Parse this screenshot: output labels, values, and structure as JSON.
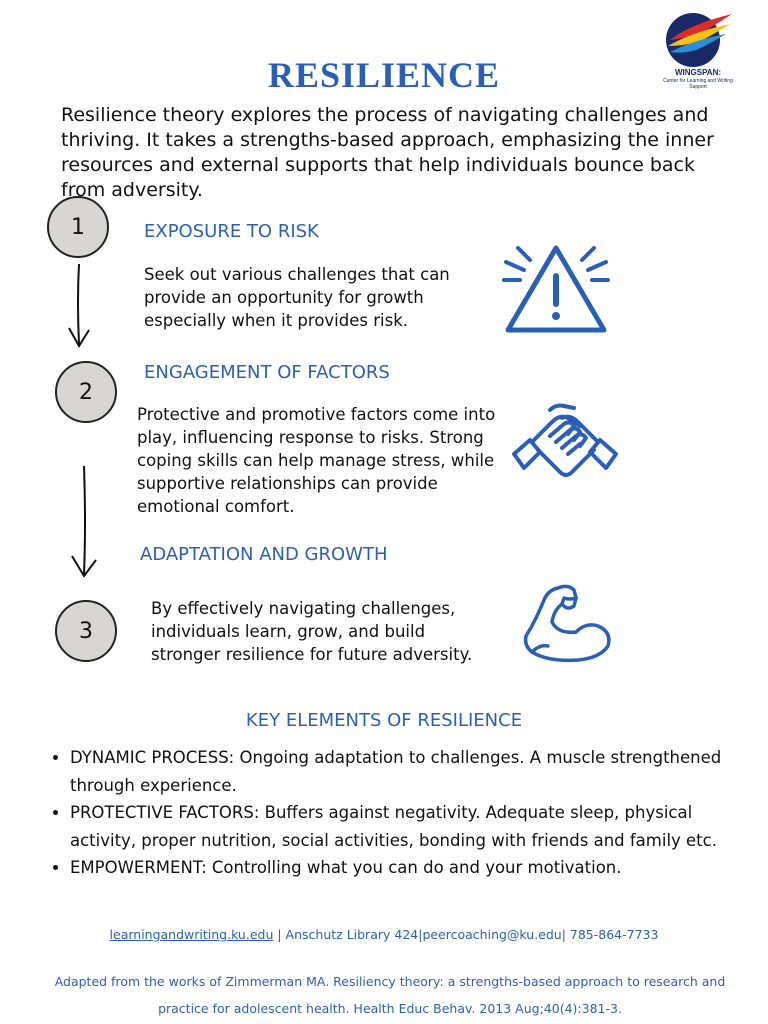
{
  "title": "RESILIENCE",
  "logo": {
    "name": "WINGSPAN:",
    "subtitle": "Center for Learning and Writing Support"
  },
  "intro": "Resilience theory explores the process of navigating challenges and thriving. It takes a strengths-based approach, emphasizing the inner resources and external supports that help individuals bounce back from adversity.",
  "steps": [
    {
      "number": "1",
      "heading": "EXPOSURE TO RISK",
      "text": "Seek out various challenges that can provide an opportunity for growth especially when it provides risk.",
      "icon": "warning-icon"
    },
    {
      "number": "2",
      "heading": "ENGAGEMENT OF FACTORS",
      "text": "Protective and promotive factors come into play, influencing  response to risks. Strong coping skills can help manage stress, while supportive relationships can provide emotional comfort.",
      "icon": "handshake-icon"
    },
    {
      "number": "3",
      "heading": "ADAPTATION AND GROWTH",
      "text": "By effectively navigating challenges, individuals learn, grow, and build stronger resilience for future adversity.",
      "icon": "flexed-bicep-icon"
    }
  ],
  "key_elements": {
    "heading": "KEY ELEMENTS OF RESILIENCE",
    "items": [
      "DYNAMIC PROCESS: Ongoing adaptation to challenges. A muscle strengthened through experience.",
      "PROTECTIVE FACTORS: Buffers against negativity. Adequate sleep, physical activity, proper nutrition, social activities, bonding with friends and family etc.",
      "EMPOWERMENT: Controlling what you can do and your motivation."
    ]
  },
  "footer": {
    "link": "learningandwriting.ku.edu",
    "contact": " | Anschutz Library 424|peercoaching@ku.edu| 785-864-7733",
    "citation": "Adapted from the works of   Zimmerman MA. Resiliency theory: a strengths-based approach to research and practice for adolescent health. Health Educ Behav. 2013 Aug;40(4):381-3."
  },
  "colors": {
    "accent": "#2a5fb8",
    "circle_fill": "#d8d6d2",
    "text": "#111111"
  }
}
